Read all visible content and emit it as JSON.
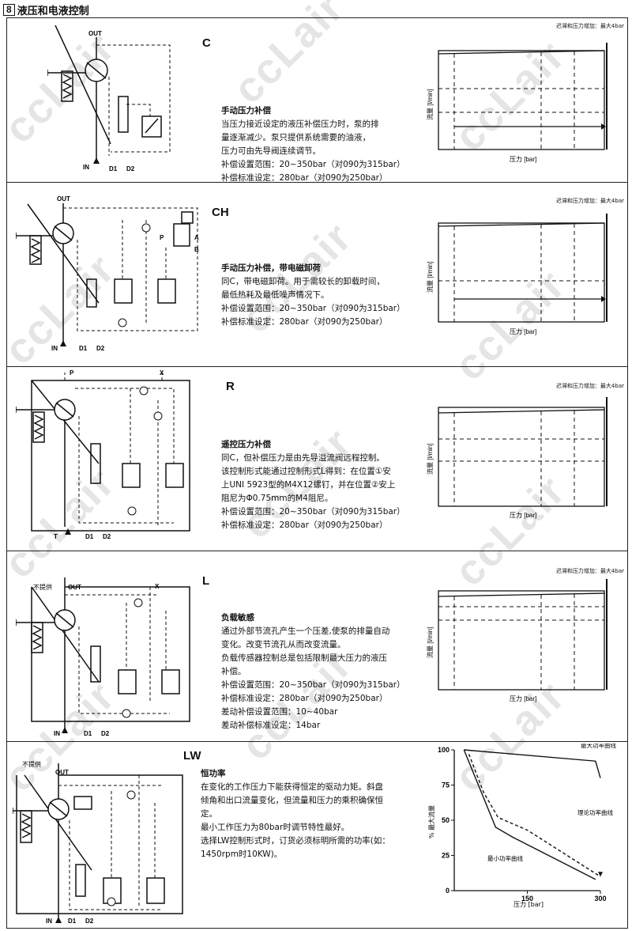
{
  "header": {
    "number": "8",
    "title": "液压和电液控制"
  },
  "watermark": "ccLair",
  "sections": [
    {
      "code": "C",
      "title": "手动压力补偿",
      "lines": [
        "当压力接近设定的液压补偿压力时，泵的排",
        "量逐渐减少。泵只提供系统需要的油液，",
        "压力可由先导阀连续调节。",
        "补偿设置范围：20~350bar（对090为315bar）",
        "补偿标准设定：280bar（对090为250bar）"
      ],
      "ports": {
        "out": "OUT",
        "in": "IN",
        "d1": "D1",
        "d2": "D2"
      },
      "chart": {
        "ylabel": "流量 [l/min]",
        "xlabel": "压力 [bar]",
        "note": "迟滞和压力增加：最大4bar"
      }
    },
    {
      "code": "CH",
      "title": "手动压力补偿，带电磁卸荷",
      "lines": [
        "同C，带电磁卸荷。用于需较长的卸载时间，",
        "最低热耗及最低噪声情况下。",
        "补偿设置范围：20~350bar（对090为315bar）",
        "补偿标准设定：280bar（对090为250bar）"
      ],
      "ports": {
        "out": "OUT",
        "in": "IN",
        "d1": "D1",
        "d2": "D2",
        "p": "P",
        "a": "A",
        "b": "B"
      },
      "chart": {
        "ylabel": "流量 [l/min]",
        "xlabel": "压力 [bar]",
        "note": "迟滞和压力增加：最大4bar"
      }
    },
    {
      "code": "R",
      "title": "遥控压力补偿",
      "lines": [
        "同C，但补偿压力是由先导溢流阀远程控制。",
        "该控制形式能通过控制形式L得到：在位置①安",
        "上UNI 5923型的M4X12螺钉，并在位置②安上",
        "阻尼为Φ0.75mm的M4阻尼。",
        "补偿设置范围：20~350bar（对090为315bar）",
        "补偿标准设定：280bar（对090为250bar）"
      ],
      "ports": {
        "p": "P",
        "x": "X",
        "t": "T",
        "d1": "D1",
        "d2": "D2"
      },
      "chart": {
        "ylabel": "流量 [l/min]",
        "xlabel": "压力 [bar]",
        "note": "迟滞和压力增加：最大4bar"
      }
    },
    {
      "code": "L",
      "title": "负载敏感",
      "lines": [
        "通过外部节流孔产生一个压差,使泵的排量自动",
        "变化。改变节流孔从而改变流量。",
        "负载传感器控制总是包括限制最大压力的液压",
        "补偿。",
        "补偿设置范围：20~350bar（对090为315bar）",
        "补偿标准设定：280bar（对090为250bar）",
        "差动补偿设置范围：10~40bar",
        "差动补偿标准设定：14bar"
      ],
      "ports": {
        "out": "OUT",
        "in": "IN",
        "x": "X",
        "d1": "D1",
        "d2": "D2",
        "nosupply": "不提供"
      },
      "chart": {
        "ylabel": "流量 [l/min]",
        "xlabel": "压力 [bar]",
        "note": "迟滞和压力增加：最大4bar"
      }
    },
    {
      "code": "LW",
      "title": "恒功率",
      "lines": [
        "在变化的工作压力下能获得恒定的驱动力矩。斜盘",
        "倾角和出口流量变化，但流量和压力的乘积确保恒",
        "定。",
        "最小工作压力为80bar时调节特性最好。",
        "选择LW控制形式时，订货必须标明所需的功率(如：",
        "1450rpm时10KW)。"
      ],
      "ports": {
        "out": "OUT",
        "in": "IN",
        "d1": "D1",
        "d2": "D2",
        "nosupply": "不提供"
      }
    }
  ],
  "chart_data": {
    "type": "line",
    "xlabel": "压力 [bar]",
    "ylabel": "% 最大流量",
    "xlim": [
      0,
      300
    ],
    "ylim": [
      0,
      100
    ],
    "xticks": [
      "150",
      "300"
    ],
    "yticks": [
      "0",
      "25",
      "50",
      "75",
      "100"
    ],
    "series": [
      {
        "name": "最大功率曲线",
        "x": [
          20,
          290,
          300
        ],
        "y": [
          100,
          92,
          80
        ]
      },
      {
        "name": "理论功率曲线",
        "x": [
          30,
          60,
          90,
          150,
          300
        ],
        "y": [
          97,
          70,
          52,
          43,
          10
        ]
      },
      {
        "name": "最小功率曲线",
        "x": [
          20,
          85,
          120,
          290
        ],
        "y": [
          100,
          45,
          38,
          8
        ]
      }
    ]
  }
}
